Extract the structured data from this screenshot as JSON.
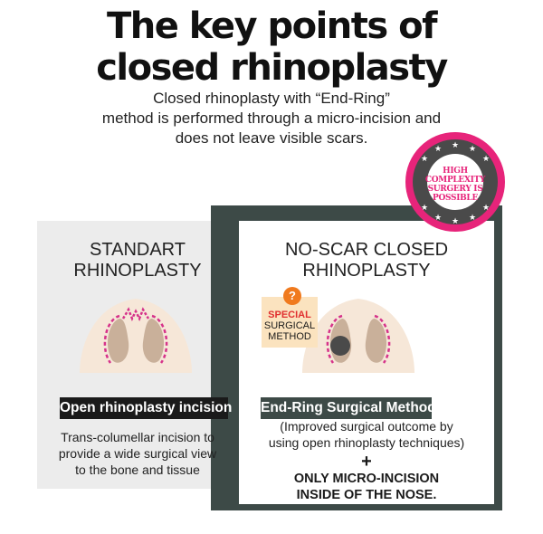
{
  "title": {
    "line1": "The key points of",
    "line2": "closed rhinoplasty"
  },
  "subtitle": {
    "line1": "Closed rhinoplasty with “End-Ring”",
    "line2": "method is performed through a micro-incision and",
    "line3": "does not leave visible scars."
  },
  "badge": {
    "line1": "HIGH",
    "line2": "COMPLEXITY",
    "line3": "SURGERY IS",
    "line4": "POSSIBLE",
    "color": "#e7247a",
    "icon": "star-ring-icon"
  },
  "left_card": {
    "heading_line1": "STANDART",
    "heading_line2": "RHINOPLASTY",
    "label": "Open rhinoplasty incision",
    "desc_line1": "Trans-columellar incision to",
    "desc_line2": "provide a wide surgical view",
    "desc_line3": "to the bone and tissue"
  },
  "right_card": {
    "heading_line1": "NO-SCAR CLOSED",
    "heading_line2": "RHINOPLASTY",
    "special_icon": "?",
    "special_line1": "SPECIAL",
    "special_line2": "SURGICAL",
    "special_line3": "METHOD",
    "label": "End-Ring Surgical Method",
    "desc_line1": "(Improved surgical outcome by",
    "desc_line2": "using open rhinoplasty techniques)",
    "plus": "+",
    "bold_line1": "ONLY MICRO-INCISION",
    "bold_line2": "INSIDE OF THE NOSE."
  },
  "colors": {
    "frame": "#3d4a47",
    "incision": "#d6328a",
    "skin": "#f6e7d8",
    "nostril": "#c9b09a",
    "special_bg": "#fbe3bf",
    "special_red": "#e02f2f"
  }
}
